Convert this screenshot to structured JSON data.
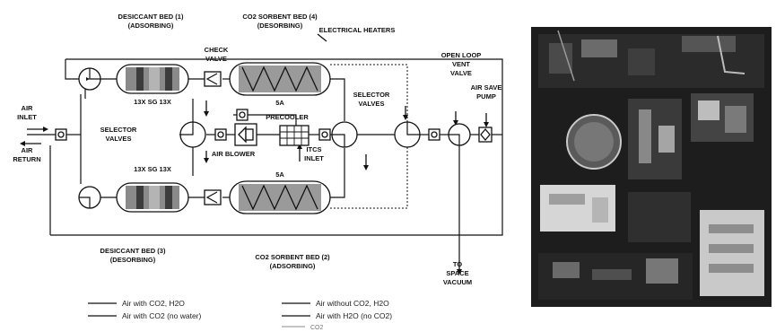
{
  "labels": {
    "desiccant_bed_1": [
      "DESICCANT BED (1)",
      "(ADSORBING)"
    ],
    "co2_sorbent_bed_4": [
      "CO2 SORBENT BED (4)",
      "(DESORBING)"
    ],
    "electrical_heaters": "ELECTRICAL HEATERS",
    "check_valve": [
      "CHECK",
      "VALVE"
    ],
    "open_loop_vent_valve": [
      "OPEN LOOP",
      "VENT",
      "VALVE"
    ],
    "air_save_pump": [
      "AIR SAVE",
      "PUMP"
    ],
    "air_inlet": [
      "AIR",
      "INLET"
    ],
    "air_return": [
      "AIR",
      "RETURN"
    ],
    "selector_valves_left": [
      "SELECTOR",
      "VALVES"
    ],
    "selector_valves_right": [
      "SELECTOR",
      "VALVES"
    ],
    "bed1_materials": "13X  SG  13X",
    "bed3_materials": "13X  SG  13X",
    "bed4_material": "5A",
    "bed2_material": "5A",
    "precooler": "PRECOOLER",
    "itcs_inlet": [
      "ITCS",
      "INLET"
    ],
    "air_blower": "AIR BLOWER",
    "desiccant_bed_3": [
      "DESICCANT BED (3)",
      "(DESORBING)"
    ],
    "co2_sorbent_bed_2": [
      "CO2 SORBENT BED (2)",
      "(ADSORBING)"
    ],
    "to_space_vacuum": [
      "TO",
      "SPACE",
      "VACUUM"
    ]
  },
  "legend": {
    "air_with_co2_h2o": "Air with CO2, H2O",
    "air_with_co2_no_water": "Air with CO2 (no water)",
    "air_without_co2_h2o": "Air without CO2, H2O",
    "air_with_h2o_no_co2": "Air with H2O (no CO2)",
    "co2": "CO2"
  },
  "colors": {
    "line": "#111111",
    "photo_dark": "#1a1a1a",
    "photo_mid": "#6a6a6a",
    "photo_light": "#d8d8d8"
  }
}
